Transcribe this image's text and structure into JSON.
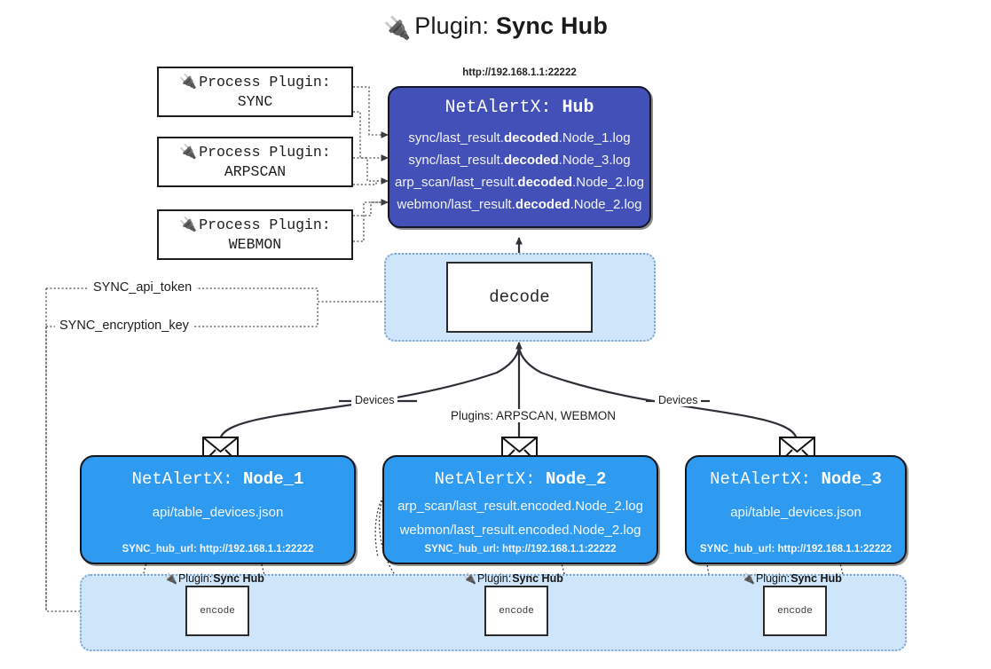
{
  "title": {
    "prefix": "Plugin:",
    "name": "Sync Hub",
    "icon": "plug-icon"
  },
  "colors": {
    "hub": "#4250b8",
    "node": "#2e9af0",
    "container": "#cfe5fa",
    "container_border": "#7da4c9",
    "stroke": "#1d1d1d"
  },
  "process_plugins": [
    {
      "label": "Process Plugin:",
      "name": "SYNC",
      "icon": "plug-icon"
    },
    {
      "label": "Process Plugin:",
      "name": "ARPSCAN",
      "icon": "plug-icon"
    },
    {
      "label": "Process Plugin:",
      "name": "WEBMON",
      "icon": "plug-icon"
    }
  ],
  "hub": {
    "url": "http://192.168.1.1:22222",
    "title_prefix": "NetAlertX:",
    "title_name": "Hub",
    "logs": [
      {
        "pre": "sync/last_result.",
        "mid": "decoded",
        "post": ".Node_1.log"
      },
      {
        "pre": "sync/last_result.",
        "mid": "decoded",
        "post": ".Node_3.log"
      },
      {
        "pre": "arp_scan/last_result.",
        "mid": "decoded",
        "post": ".Node_2.log"
      },
      {
        "pre": "webmon/last_result.",
        "mid": "decoded",
        "post": ".Node_2.log"
      }
    ]
  },
  "decode": {
    "label": "decode"
  },
  "tokens": [
    {
      "label": "SYNC_api_token"
    },
    {
      "label": "SYNC_encryption_key"
    }
  ],
  "edge_labels": {
    "devices_left": "Devices",
    "devices_right": "Devices",
    "plugins_center": "Plugins: ARPSCAN, WEBMON"
  },
  "nodes": [
    {
      "title_prefix": "NetAlertX:",
      "title_name": "Node_1",
      "lines": [
        "api/table_devices.json"
      ],
      "hub_url": "SYNC_hub_url: http://192.168.1.1:22222",
      "icon": "envelope-icon"
    },
    {
      "title_prefix": "NetAlertX:",
      "title_name": "Node_2",
      "lines": [
        "arp_scan/last_result.encoded.Node_2.log",
        "webmon/last_result.encoded.Node_2.log"
      ],
      "hub_url": "SYNC_hub_url: http://192.168.1.1:22222",
      "icon": "envelope-icon"
    },
    {
      "title_prefix": "NetAlertX:",
      "title_name": "Node_3",
      "lines": [
        "api/table_devices.json"
      ],
      "hub_url": "SYNC_hub_url: http://192.168.1.1:22222",
      "icon": "envelope-icon"
    }
  ],
  "encoders": [
    {
      "plugin_prefix": "Plugin:",
      "plugin_name": "Sync Hub",
      "label": "encode",
      "icon": "plug-icon"
    },
    {
      "plugin_prefix": "Plugin:",
      "plugin_name": "Sync Hub",
      "label": "encode",
      "icon": "plug-icon"
    },
    {
      "plugin_prefix": "Plugin:",
      "plugin_name": "Sync Hub",
      "label": "encode",
      "icon": "plug-icon"
    }
  ]
}
